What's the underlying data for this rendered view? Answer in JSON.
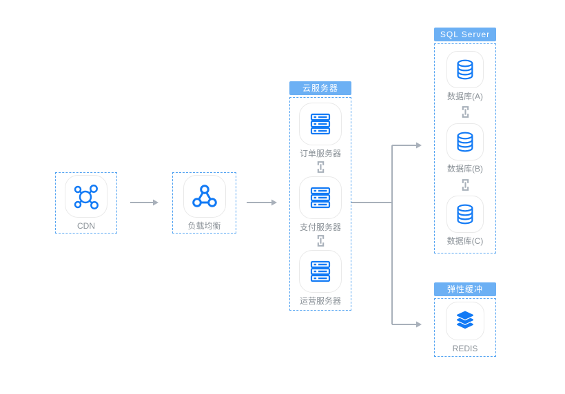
{
  "colors": {
    "icon_blue": "#127af5",
    "header_bg": "#6cb0f4",
    "dashed_border": "#54a4f2",
    "label_gray": "#8b9298",
    "arrow_gray": "#a8b0ba",
    "tile_border": "#e9e9e9",
    "canvas_bg": "#ffffff"
  },
  "nodes": {
    "cdn": {
      "label": "CDN",
      "icon": "cdn-network-icon"
    },
    "load_balancer": {
      "label": "负载均衡",
      "icon": "load-balancer-icon"
    }
  },
  "groups": {
    "cloud_servers": {
      "title": "云服务器",
      "items": [
        {
          "label": "订单服务器",
          "icon": "server-icon"
        },
        {
          "label": "支付服务器",
          "icon": "server-icon"
        },
        {
          "label": "运营服务器",
          "icon": "server-icon"
        }
      ]
    },
    "sql_server": {
      "title": "SQL Server",
      "items": [
        {
          "label": "数据库(A)",
          "icon": "database-icon"
        },
        {
          "label": "数据库(B)",
          "icon": "database-icon"
        },
        {
          "label": "数据库(C)",
          "icon": "database-icon"
        }
      ]
    },
    "elastic_cache": {
      "title": "弹性缓冲",
      "items": [
        {
          "label": "REDIS",
          "icon": "redis-icon"
        }
      ]
    }
  }
}
